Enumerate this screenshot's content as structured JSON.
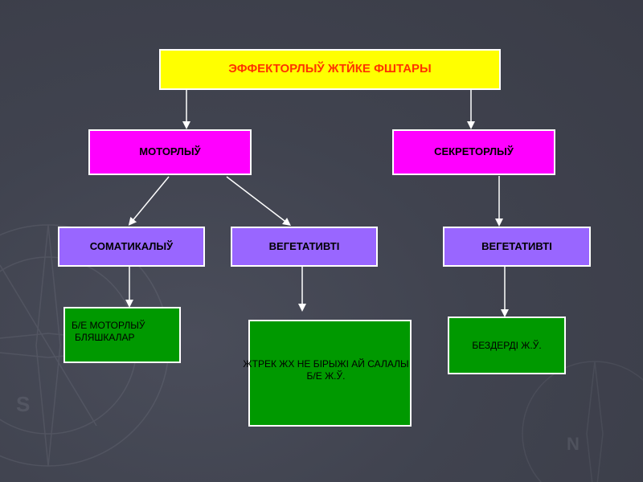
{
  "diagram": {
    "title": "ЭФФЕКТОРЛЫЎ ЖТЙКЕ ФШТАРЫ",
    "level1": {
      "motor": "МОТОРЛЫЎ",
      "secretory": "СЕКРЕТОРЛЫЎ"
    },
    "level2": {
      "somatic": "СОМАТИКАЛЫЎ",
      "vegetative_left": "ВЕГЕТАТИВТІ",
      "vegetative_right": "ВЕГЕТАТИВТІ"
    },
    "level3": {
      "skeletal_line1": "Б/Е МОТОРЛЫЎ",
      "skeletal_line2": "БЛЯШКАЛАР",
      "heart": "ЖТРЕК ЖХ НЕ БІРЫЖІ АЙ САЛАЛЫ Б/Е Ж.Ў.",
      "glands": "БЕЗДЕРДІ Ж.Ў."
    },
    "colors": {
      "title_fill": "#ffff00",
      "title_text": "#ff3300",
      "level1_fill": "#ff00ff",
      "level2_fill": "#9966ff",
      "level3_fill": "#009900",
      "connector": "#ffffff",
      "background": "#40434f"
    }
  }
}
